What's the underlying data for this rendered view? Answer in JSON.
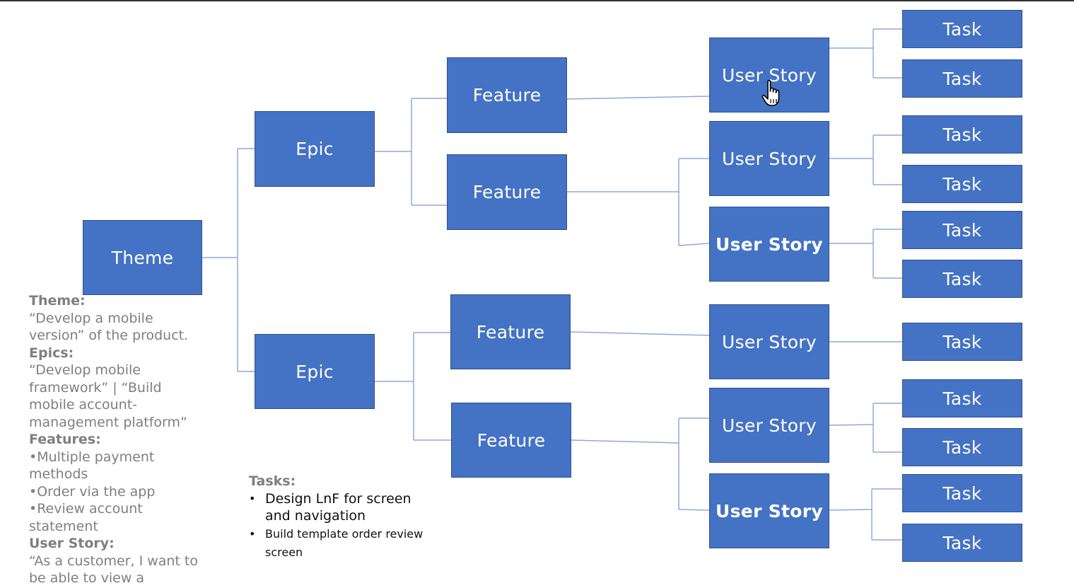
{
  "diagram": {
    "theme": "Theme",
    "epics": [
      {
        "label": "Epic"
      },
      {
        "label": "Epic"
      }
    ],
    "features": [
      {
        "label": "Feature"
      },
      {
        "label": "Feature"
      },
      {
        "label": "Feature"
      },
      {
        "label": "Feature"
      }
    ],
    "user_stories": [
      {
        "label": "User Story"
      },
      {
        "label": "User Story"
      },
      {
        "label": "User Story"
      },
      {
        "label": "User Story"
      },
      {
        "label": "User Story"
      },
      {
        "label": "User Story"
      }
    ],
    "tasks": [
      {
        "label": "Task"
      },
      {
        "label": "Task"
      },
      {
        "label": "Task"
      },
      {
        "label": "Task"
      },
      {
        "label": "Task"
      },
      {
        "label": "Task"
      },
      {
        "label": "Task"
      },
      {
        "label": "Task"
      },
      {
        "label": "Task"
      },
      {
        "label": "Task"
      },
      {
        "label": "Task"
      }
    ]
  },
  "notes": {
    "theme_heading": "Theme:",
    "theme_text": "“Develop a mobile version” of the product.",
    "epics_heading": "Epics:",
    "epics_text": "“Develop mobile framework” | “Build mobile account-management platform”",
    "features_heading": "Features:",
    "features_items": [
      "•Multiple payment methods",
      "•Order via the app",
      "•Review account statement"
    ],
    "user_story_heading": "User Story:",
    "user_story_text": "“As a customer, I want to be able to view a"
  },
  "tasks_note": {
    "heading": "Tasks:",
    "items": [
      "Design LnF for screen and navigation",
      "Build template order review screen"
    ]
  },
  "colors": {
    "box_fill": "#4472C4",
    "box_border": "#2F528F",
    "connector": "#8FAADC",
    "note_text": "#7f7f7f"
  },
  "icons": {
    "pointer": "hand-pointer-icon"
  }
}
